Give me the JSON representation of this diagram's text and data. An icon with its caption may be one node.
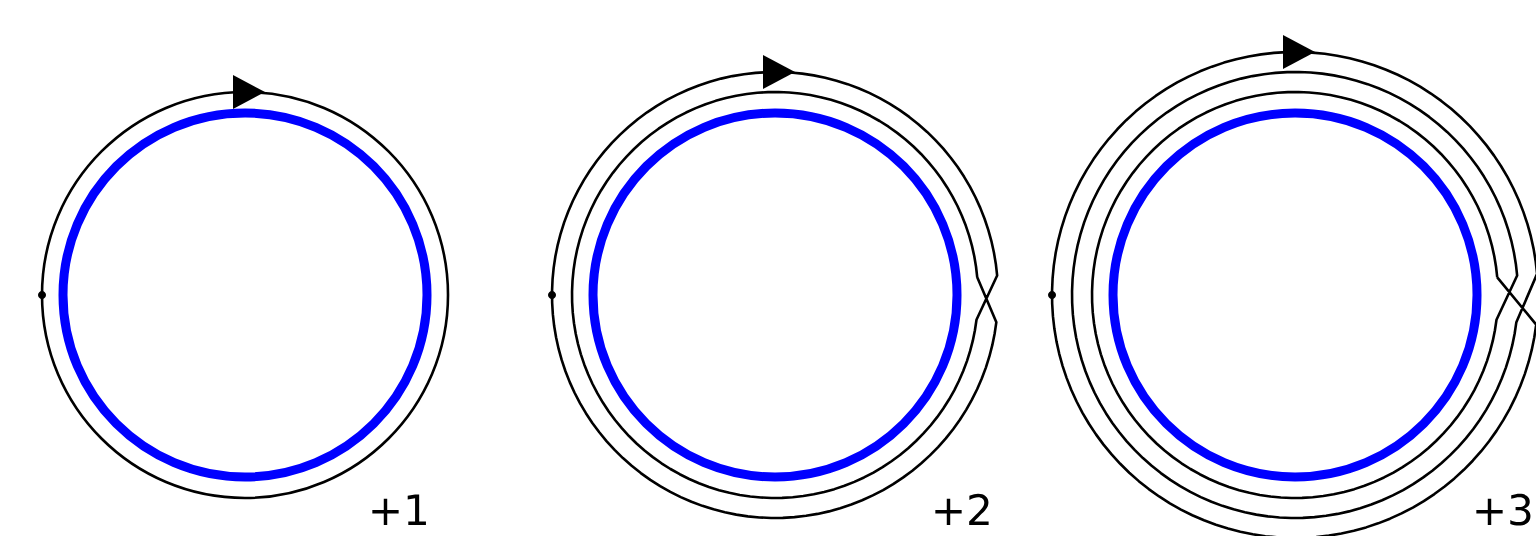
{
  "diagram": {
    "labels": [
      "+1",
      "+2",
      "+3"
    ]
  }
}
